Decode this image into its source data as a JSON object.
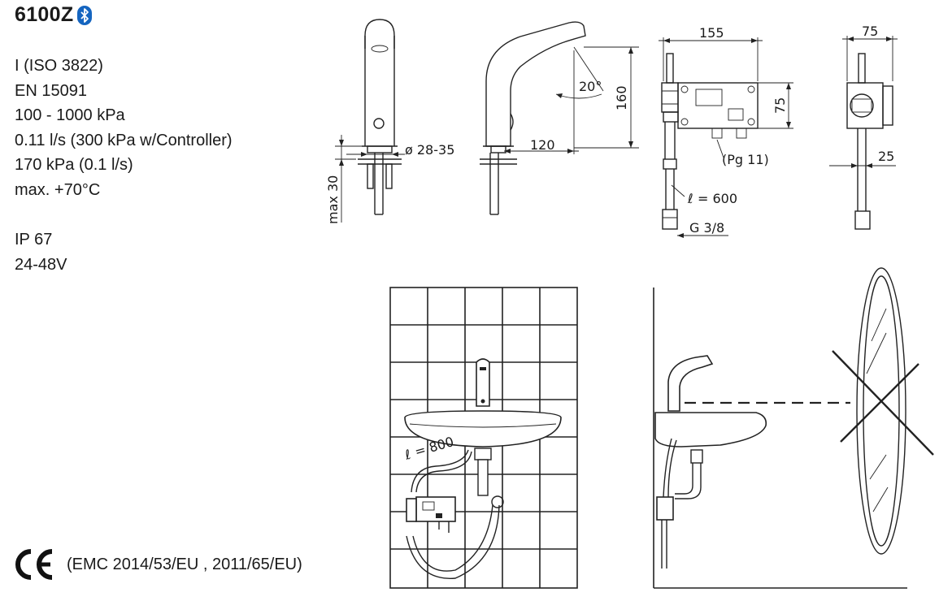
{
  "header": {
    "model": "6100Z",
    "bluetooth_icon": "bluetooth-icon"
  },
  "specs": [
    "I (ISO 3822)",
    "EN 15091",
    "100 - 1000 kPa",
    "0.11 l/s (300 kPa w/Controller)",
    "170 kPa (0.1 l/s)",
    "max. +70°C"
  ],
  "specs2": [
    "IP 67",
    "24-48V"
  ],
  "ce": {
    "mark": "CE",
    "text": "(EMC 2014/53/EU , 2011/65/EU)"
  },
  "dimensions": {
    "diameter": "ø 28-35",
    "max_thickness": "max 30",
    "angle": "20°",
    "reach": "120",
    "height": "160",
    "box_width": "155",
    "box_height": "75",
    "pg": "(Pg 11)",
    "hose_length": "= 600",
    "hose_symbol": "ℓ",
    "thread": "G 3/8",
    "side_width": "75",
    "side_depth": "25",
    "install_hose": "= 800"
  },
  "colors": {
    "bluetooth": "#1565c0",
    "line": "#222222"
  }
}
